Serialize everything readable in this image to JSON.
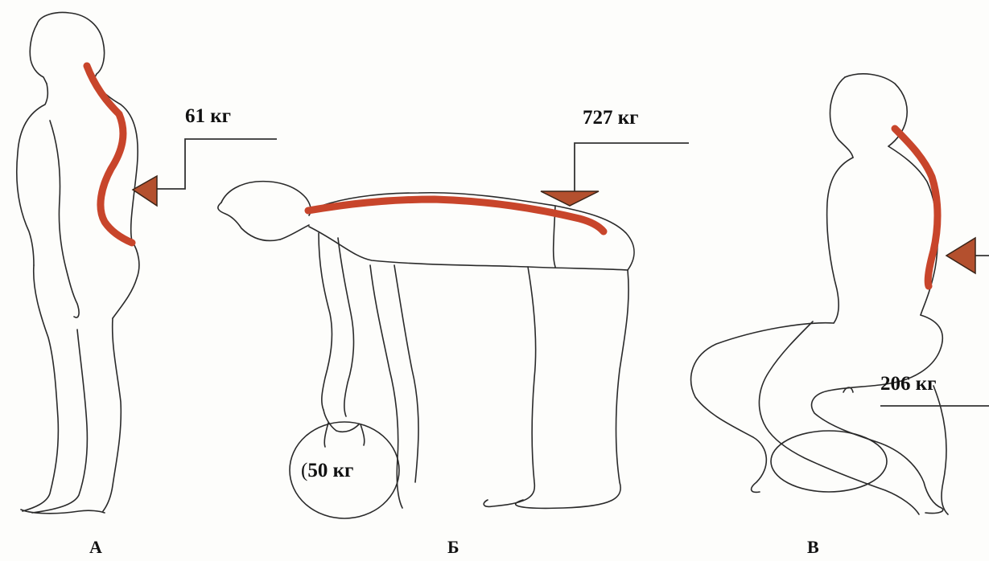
{
  "loads": {
    "a": "61 кг",
    "b": "727 кг",
    "c": "206 кг",
    "weight": "50 кг"
  },
  "panels": {
    "a": "А",
    "b": "Б",
    "c": "В"
  },
  "colors": {
    "spine": "#c8452b",
    "arrow": "#b4502e",
    "outline": "#2a2a2a"
  }
}
